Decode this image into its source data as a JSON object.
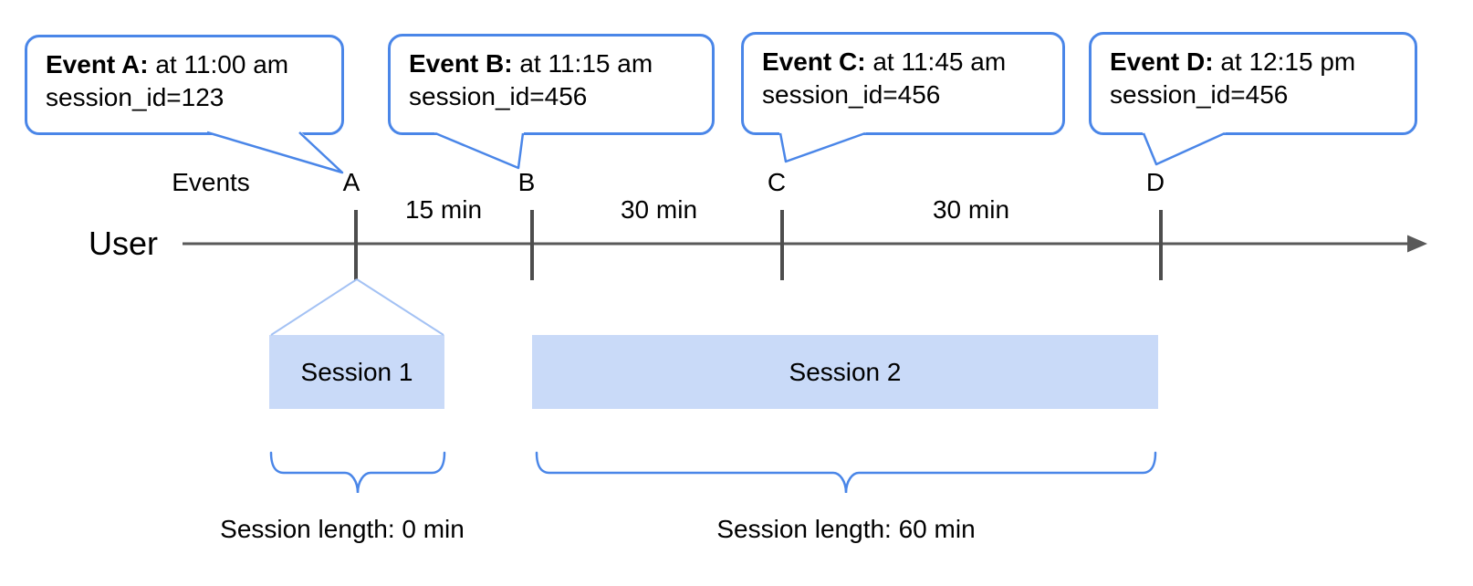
{
  "diagram": {
    "axis": {
      "events_label": "Events",
      "user_label": "User"
    },
    "events": [
      {
        "marker": "A",
        "callout_title": "Event A:",
        "callout_time": " at 11:00 am",
        "callout_session": "session_id=123"
      },
      {
        "marker": "B",
        "callout_title": "Event B:",
        "callout_time": " at 11:15 am",
        "callout_session": "session_id=456"
      },
      {
        "marker": "C",
        "callout_title": "Event C:",
        "callout_time": " at 11:45 am",
        "callout_session": "session_id=456"
      },
      {
        "marker": "D",
        "callout_title": "Event D:",
        "callout_time": " at 12:15 pm",
        "callout_session": "session_id=456"
      }
    ],
    "intervals": [
      {
        "label": "15 min"
      },
      {
        "label": "30 min"
      },
      {
        "label": "30 min"
      }
    ],
    "sessions": [
      {
        "label": "Session 1",
        "length_label": "Session length: 0 min"
      },
      {
        "label": "Session 2",
        "length_label": "Session length: 60 min"
      }
    ],
    "colors": {
      "callout_border": "#4a86e8",
      "session_fill": "#c9daf8",
      "brace_stroke": "#4a86e8",
      "funnel_stroke": "#a4c2f4",
      "timeline_stroke": "#595959",
      "tick_stroke": "#4d4d4d",
      "text": "#000000"
    }
  }
}
